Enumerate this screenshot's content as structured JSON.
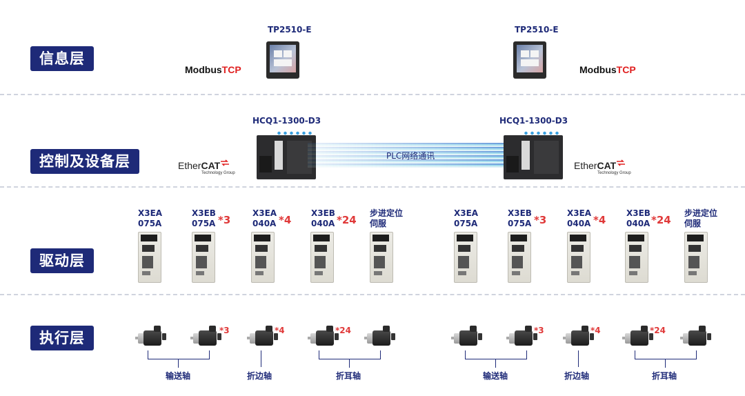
{
  "layers": {
    "info": "信息层",
    "control": "控制及设备层",
    "drive": "驱动层",
    "exec": "执行层"
  },
  "hmi": [
    {
      "model": "TP2510-E",
      "protocol": "Modbus",
      "protocol_accent": "TCP"
    },
    {
      "model": "TP2510-E",
      "protocol": "Modbus",
      "protocol_accent": "TCP"
    }
  ],
  "plc": [
    {
      "model": "HCQ1-1300-D3",
      "bus_main": "Ether",
      "bus_bold": "CAT",
      "bus_sub": "Technology Group"
    },
    {
      "model": "HCQ1-1300-D3",
      "bus_main": "Ether",
      "bus_bold": "CAT",
      "bus_sub": "Technology Group"
    }
  ],
  "link_label": "PLC网络通讯",
  "drives": [
    {
      "line1": "X3EA",
      "line2": "075A",
      "mult": ""
    },
    {
      "line1": "X3EB",
      "line2": "075A",
      "mult": "*3"
    },
    {
      "line1": "X3EA",
      "line2": "040A",
      "mult": "*4"
    },
    {
      "line1": "X3EB",
      "line2": "040A",
      "mult": "*24"
    },
    {
      "line1": "步进定位",
      "line2": "伺服",
      "mult": ""
    },
    {
      "line1": "X3EA",
      "line2": "075A",
      "mult": ""
    },
    {
      "line1": "X3EB",
      "line2": "075A",
      "mult": "*3"
    },
    {
      "line1": "X3EA",
      "line2": "040A",
      "mult": "*4"
    },
    {
      "line1": "X3EB",
      "line2": "040A",
      "mult": "*24"
    },
    {
      "line1": "步进定位",
      "line2": "伺服",
      "mult": ""
    }
  ],
  "motors": [
    {
      "mult": ""
    },
    {
      "mult": "*3"
    },
    {
      "mult": "*4"
    },
    {
      "mult": "*24"
    },
    {
      "mult": ""
    },
    {
      "mult": ""
    },
    {
      "mult": "*3"
    },
    {
      "mult": "*4"
    },
    {
      "mult": "*24"
    },
    {
      "mult": ""
    }
  ],
  "axes": {
    "left": [
      "输送轴",
      "折边轴",
      "折耳轴"
    ],
    "right": [
      "输送轴",
      "折边轴",
      "折耳轴"
    ]
  },
  "colors": {
    "navy": "#1e2a78",
    "accent_red": "#e03a3a",
    "divider": "#cfd3de"
  }
}
